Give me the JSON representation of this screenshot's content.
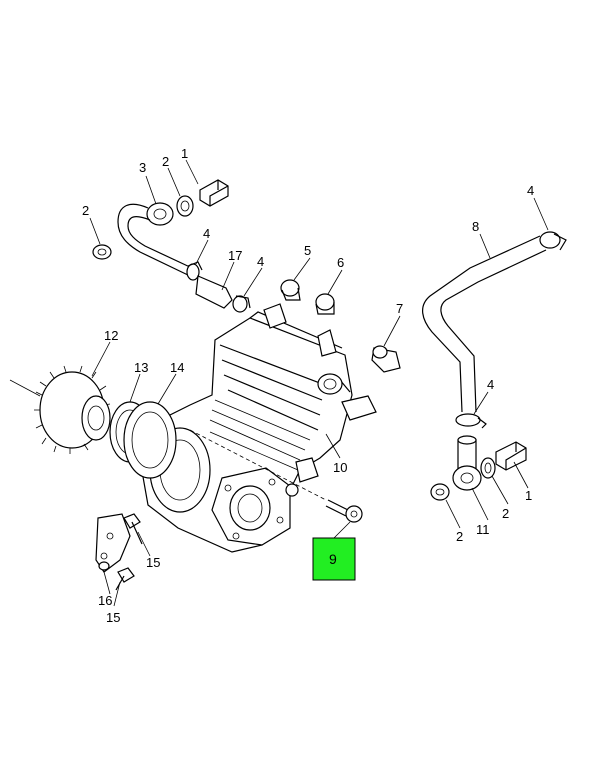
{
  "highlight_color": "#22ee22",
  "labels": {
    "l1a": "1",
    "l2a": "2",
    "l3": "3",
    "l2b": "2",
    "l4a": "4",
    "l17": "17",
    "l4b": "4",
    "l5": "5",
    "l6": "6",
    "l7": "7",
    "l8": "8",
    "l4c": "4",
    "l4d": "4",
    "l12": "12",
    "l13": "13",
    "l14": "14",
    "l10": "10",
    "l1b": "1",
    "l2c": "2",
    "l11": "11",
    "l2d": "2",
    "l9": "9",
    "l15a": "15",
    "l16": "16",
    "l15b": "15"
  }
}
